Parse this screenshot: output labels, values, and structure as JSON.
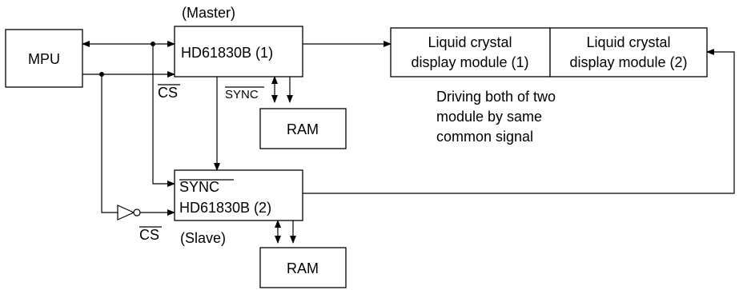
{
  "mpu": {
    "label": "MPU"
  },
  "master": {
    "role": "(Master)",
    "chip": "HD61830B (1)",
    "sync": "SYNC"
  },
  "slave": {
    "role": "(Slave)",
    "chip": "HD61830B (2)",
    "sync": "SYNC"
  },
  "ram_master": {
    "label": "RAM"
  },
  "ram_slave": {
    "label": "RAM"
  },
  "lcd1": {
    "line1": "Liquid crystal",
    "line2": "display module (1)"
  },
  "lcd2": {
    "line1": "Liquid crystal",
    "line2": "display module (2)"
  },
  "signals": {
    "cs_master": "CS",
    "cs_slave": "CS"
  },
  "note": {
    "line1": "Driving both of two",
    "line2": "module by same",
    "line3": "common signal"
  }
}
